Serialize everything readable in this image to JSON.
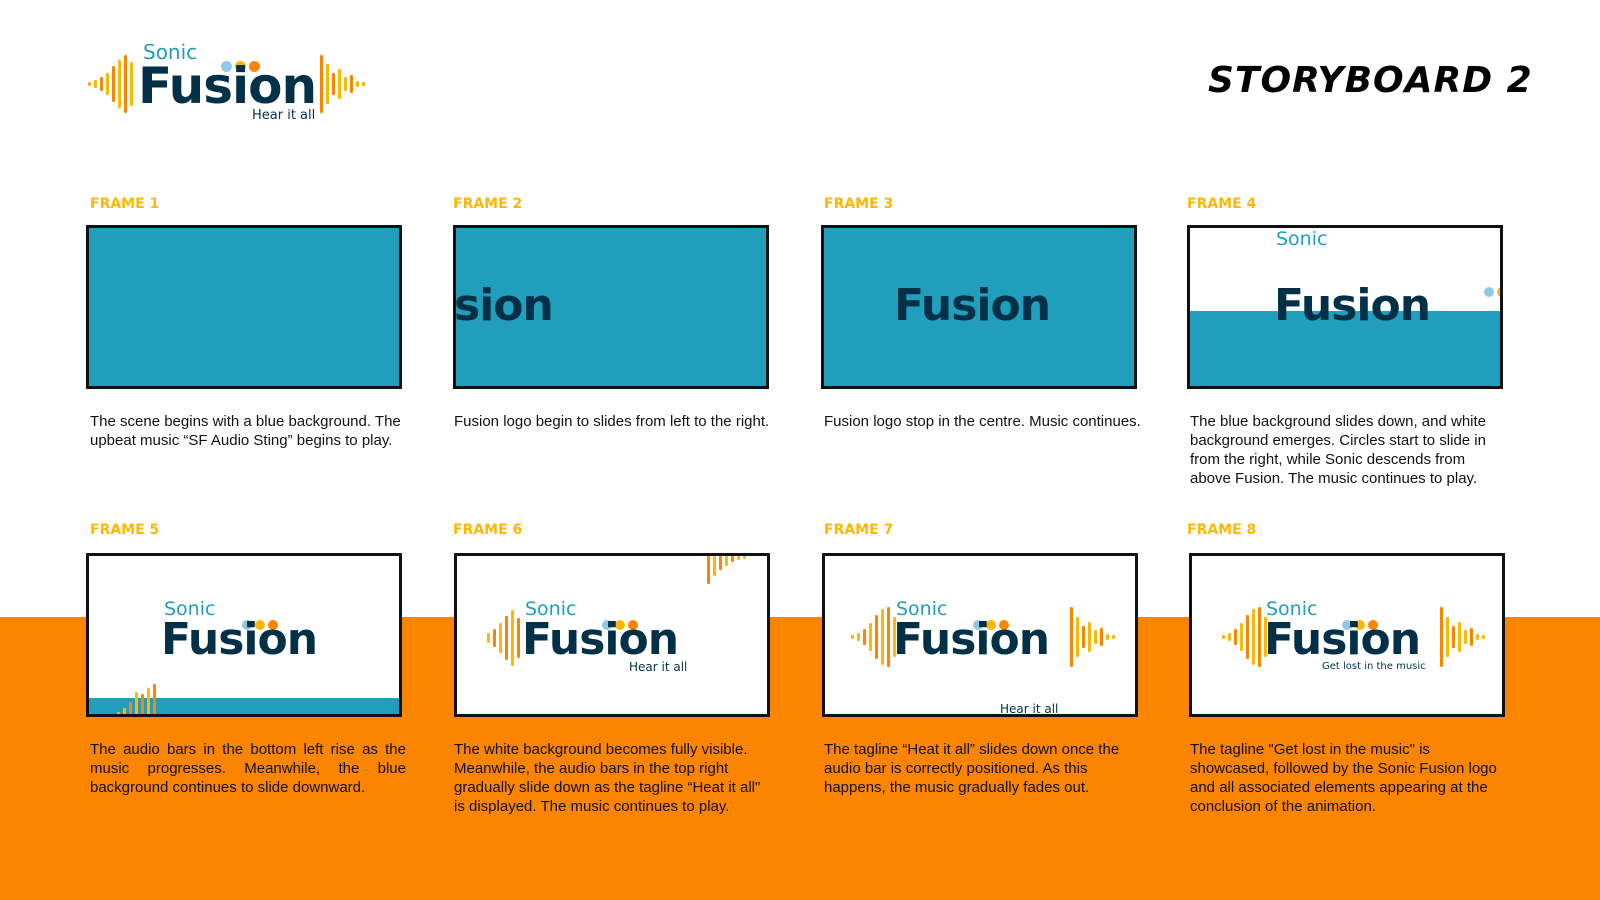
{
  "header": {
    "logo": {
      "word1": "Sonic",
      "word2": "Fusion",
      "tagline": "Hear it all"
    },
    "title": "STORYBOARD 2"
  },
  "colors": {
    "blue": "#219ebc",
    "navy": "#023047",
    "light_blue": "#8ecae6",
    "yellow": "#ffb703",
    "orange": "#fb8500"
  },
  "frames": [
    {
      "label": "FRAME 1",
      "description": "The scene begins with a blue background. The upbeat music “SF Audio Sting” begins to play."
    },
    {
      "label": "FRAME 2",
      "content": "sion",
      "description": "Fusion logo begin to slides from left to the right."
    },
    {
      "label": "FRAME 3",
      "content": "Fusion",
      "description": "Fusion logo stop in the centre. Music continues."
    },
    {
      "label": "FRAME 4",
      "sonic": "Sonic",
      "content": "Fusion",
      "description": "The blue background slides down, and white background emerges. Circles start to slide in from the right, while Sonic descends from above Fusion. The music continues to play."
    },
    {
      "label": "FRAME 5",
      "sonic": "Sonic",
      "content": "Fusion",
      "description": "The audio bars in the bottom left rise as the music progresses. Meanwhile, the blue background continues to slide downward."
    },
    {
      "label": "FRAME 6",
      "sonic": "Sonic",
      "content": "Fusion",
      "tagline": "Hear it all",
      "description": "The white background becomes fully visible. Meanwhile, the audio bars in the top right gradually slide down as the tagline “Heat it all\" is displayed. The music continues to play."
    },
    {
      "label": "FRAME 7",
      "sonic": "Sonic",
      "content": "Fusion",
      "tagline": "Hear it all",
      "description": "The tagline “Heat it all” slides down once the audio bar is correctly positioned. As this happens, the music gradually fades out."
    },
    {
      "label": "FRAME 8",
      "sonic": "Sonic",
      "content": "Fusion",
      "tagline": "Get lost in the music",
      "description": "The tagline \"Get lost in the music\" is showcased, followed by the Sonic Fusion logo and all associated elements appearing at the conclusion of the animation."
    }
  ]
}
